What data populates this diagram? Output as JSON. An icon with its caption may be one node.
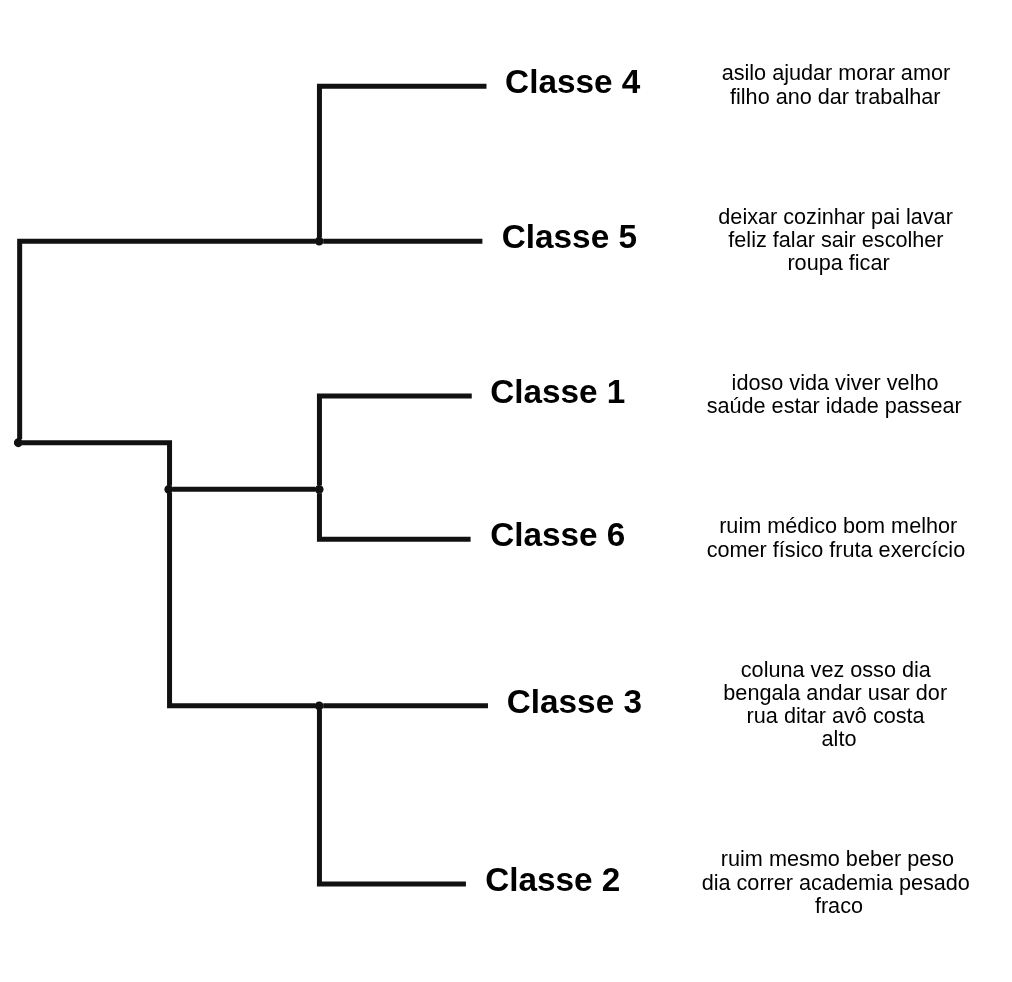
{
  "diagram": {
    "nodes": [
      {
        "text": [],
        "shape": "point"
      },
      {
        "text": [],
        "shape": "point"
      },
      {
        "text": [
          "Classe 4"
        ],
        "beside": [
          "asilo",
          "ajudar",
          "morar",
          "amor",
          "filho",
          "ano",
          "dar",
          "trabalhar"
        ]
      },
      {
        "text": [
          "Classe 5"
        ],
        "beside": [
          "deixar",
          "cozinhar",
          "pai",
          "lavar",
          "feliz",
          "falar",
          "sair",
          "escolher",
          "roupa",
          "ficar"
        ]
      },
      {
        "text": [],
        "shape": "point"
      },
      {
        "text": [],
        "shape": "point"
      },
      {
        "text": [
          "Classe 1"
        ],
        "beside": [
          "idoso",
          "vida",
          "viver",
          "velho",
          "saúde",
          "estar",
          "idade",
          "passear"
        ]
      },
      {
        "text": [
          "Classe 6"
        ],
        "beside": [
          "ruim",
          "médico",
          "bom",
          "melhor",
          "comer",
          "físico",
          "fruta",
          "exercício"
        ]
      },
      {
        "text": [],
        "shape": "point"
      },
      {
        "text": [
          "Classe 3"
        ],
        "beside": [
          "coluna",
          "vez",
          "osso",
          "dia",
          "bengala",
          "andar",
          "usar",
          "dor",
          "rua",
          "ditar",
          "avô",
          "costa",
          "alto"
        ]
      },
      {
        "text": [
          "Classe 2"
        ],
        "beside": [
          "ruim",
          "mesmo",
          "beber",
          "peso",
          "dia",
          "correr",
          "academia",
          "pesado",
          "fraco"
        ]
      }
    ],
    "edges": [
      {
        "from": 0,
        "to": 1,
        "arrow": "none"
      },
      {
        "from": 1,
        "to": 2,
        "arrow": "none"
      },
      {
        "from": 1,
        "to": 3,
        "arrow": "none"
      },
      {
        "from": 0,
        "to": 4,
        "arrow": "none"
      },
      {
        "from": 4,
        "to": 5,
        "arrow": "none"
      },
      {
        "from": 5,
        "to": 6,
        "arrow": "none"
      },
      {
        "from": 5,
        "to": 7,
        "arrow": "none"
      },
      {
        "from": 4,
        "to": 8,
        "arrow": "none"
      },
      {
        "from": 8,
        "to": 9,
        "arrow": "none"
      },
      {
        "from": 8,
        "to": 10,
        "arrow": "none"
      }
    ]
  }
}
